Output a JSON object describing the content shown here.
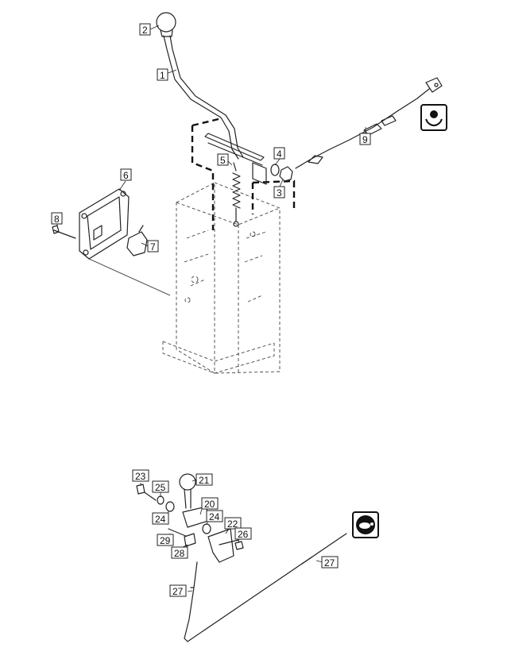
{
  "callouts": {
    "c1": "1",
    "c2": "2",
    "c3": "3",
    "c4": "4",
    "c5": "5",
    "c6": "6",
    "c7": "7",
    "c8": "8",
    "c9": "9",
    "c20": "20",
    "c21": "21",
    "c22": "22",
    "c23": "23",
    "c24a": "24",
    "c24b": "24",
    "c25": "25",
    "c26": "26",
    "c27a": "27",
    "c27b": "27",
    "c28": "28",
    "c29": "29"
  },
  "icons": {
    "top": "steering-rotate-icon",
    "bottom": "turtle-speed-icon"
  },
  "colors": {
    "line": "#222222",
    "background": "#ffffff"
  }
}
